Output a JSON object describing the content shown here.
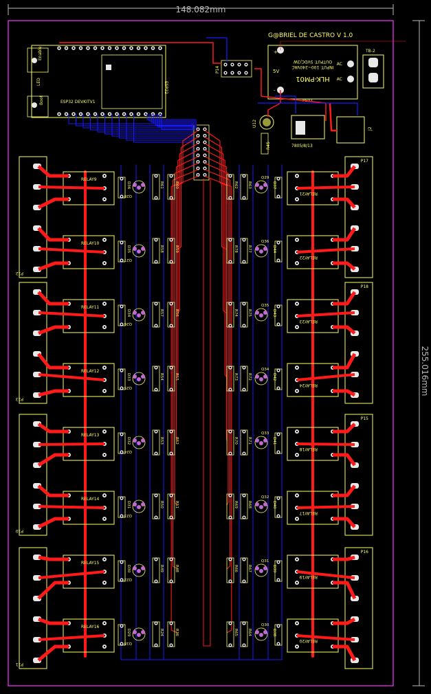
{
  "board": {
    "title": "G@BRIEL DE CASTRO V 1.0",
    "width_dim": "148.082mm",
    "height_dim": "255.016mm"
  },
  "colors": {
    "background": "#000000",
    "top_copper": "#ff1a1a",
    "bottom_copper": "#1a1aff",
    "silkscreen": "#ffff66",
    "outline": "#ff33ff",
    "pads": "#e8e8e8",
    "transistor": "#c06ad0"
  },
  "modules": {
    "esp32_label": "ESP32 DEVKITV1",
    "esp32_chip": "ESP32",
    "en_label": "Enable",
    "boot_label": "Boot",
    "led_label": "LED",
    "header_p14": "P14",
    "psu_label": "HLK-PM01",
    "psu_input": "INPUT: 100~240VAC",
    "psu_output": "OUTPUT: 5VDC/3W",
    "psu_plus": "+",
    "psu_minus": "-",
    "psu_5v": "5V",
    "tb2": "TB-2",
    "ac1": "AC",
    "ac2": "AC",
    "ps01": "PS01",
    "j2": "J2",
    "u12": "U12",
    "r45": "R45",
    "regulator": "7805/8/13"
  },
  "left_relays": [
    {
      "relay": "RELAY9",
      "diode": "D36",
      "transistor": "Q28",
      "r_a": "R61",
      "r_b": "R60"
    },
    {
      "relay": "RELAY10",
      "diode": "D35",
      "transistor": "Q27",
      "r_a": "R58",
      "r_b": "R59"
    },
    {
      "relay": "RELAY11",
      "diode": "D34",
      "transistor": "Q26",
      "r_a": "R57",
      "r_b": "R56"
    },
    {
      "relay": "RELAY12",
      "diode": "D33",
      "transistor": "Q25",
      "r_a": "R54",
      "r_b": "R55"
    },
    {
      "relay": "RELAY13",
      "diode": "D32",
      "transistor": "Q24",
      "r_a": "R53",
      "r_b": "R52"
    },
    {
      "relay": "RELAY14",
      "diode": "D31",
      "transistor": "Q23",
      "r_a": "R50",
      "r_b": "R51"
    },
    {
      "relay": "RELAY15",
      "diode": "D30",
      "transistor": "Q22",
      "r_a": "R49",
      "r_b": "R48"
    },
    {
      "relay": "RELAY16",
      "diode": "D29",
      "transistor": "Q18",
      "r_a": "R24",
      "r_b": "R36"
    }
  ],
  "right_relays": [
    {
      "relay": "RELAY21",
      "diode": "D37",
      "transistor": "Q29",
      "r_a": "R63",
      "r_b": "R62"
    },
    {
      "relay": "RELAY22",
      "diode": "D44",
      "transistor": "Q36",
      "r_a": "R77",
      "r_b": "R78"
    },
    {
      "relay": "RELAY23",
      "diode": "D43",
      "transistor": "Q35",
      "r_a": "R75",
      "r_b": "R74"
    },
    {
      "relay": "RELAY24",
      "diode": "D42",
      "transistor": "Q34",
      "r_a": "R72",
      "r_b": "R73"
    },
    {
      "relay": "RELAY18",
      "diode": "D41",
      "transistor": "Q33",
      "r_a": "R71",
      "r_b": "R70"
    },
    {
      "relay": "RELAY17",
      "diode": "D40",
      "transistor": "Q32",
      "r_a": "R68",
      "r_b": "R69"
    },
    {
      "relay": "RELAY19",
      "diode": "D39",
      "transistor": "Q31",
      "r_a": "R67",
      "r_b": "R66"
    },
    {
      "relay": "RELAY20",
      "diode": "D38",
      "transistor": "Q30",
      "r_a": "R64",
      "r_b": "R65"
    }
  ],
  "left_terminals": [
    "P12",
    "P13",
    "P10",
    "P11"
  ],
  "right_terminals": [
    "P17",
    "P18",
    "P15",
    "P16"
  ]
}
